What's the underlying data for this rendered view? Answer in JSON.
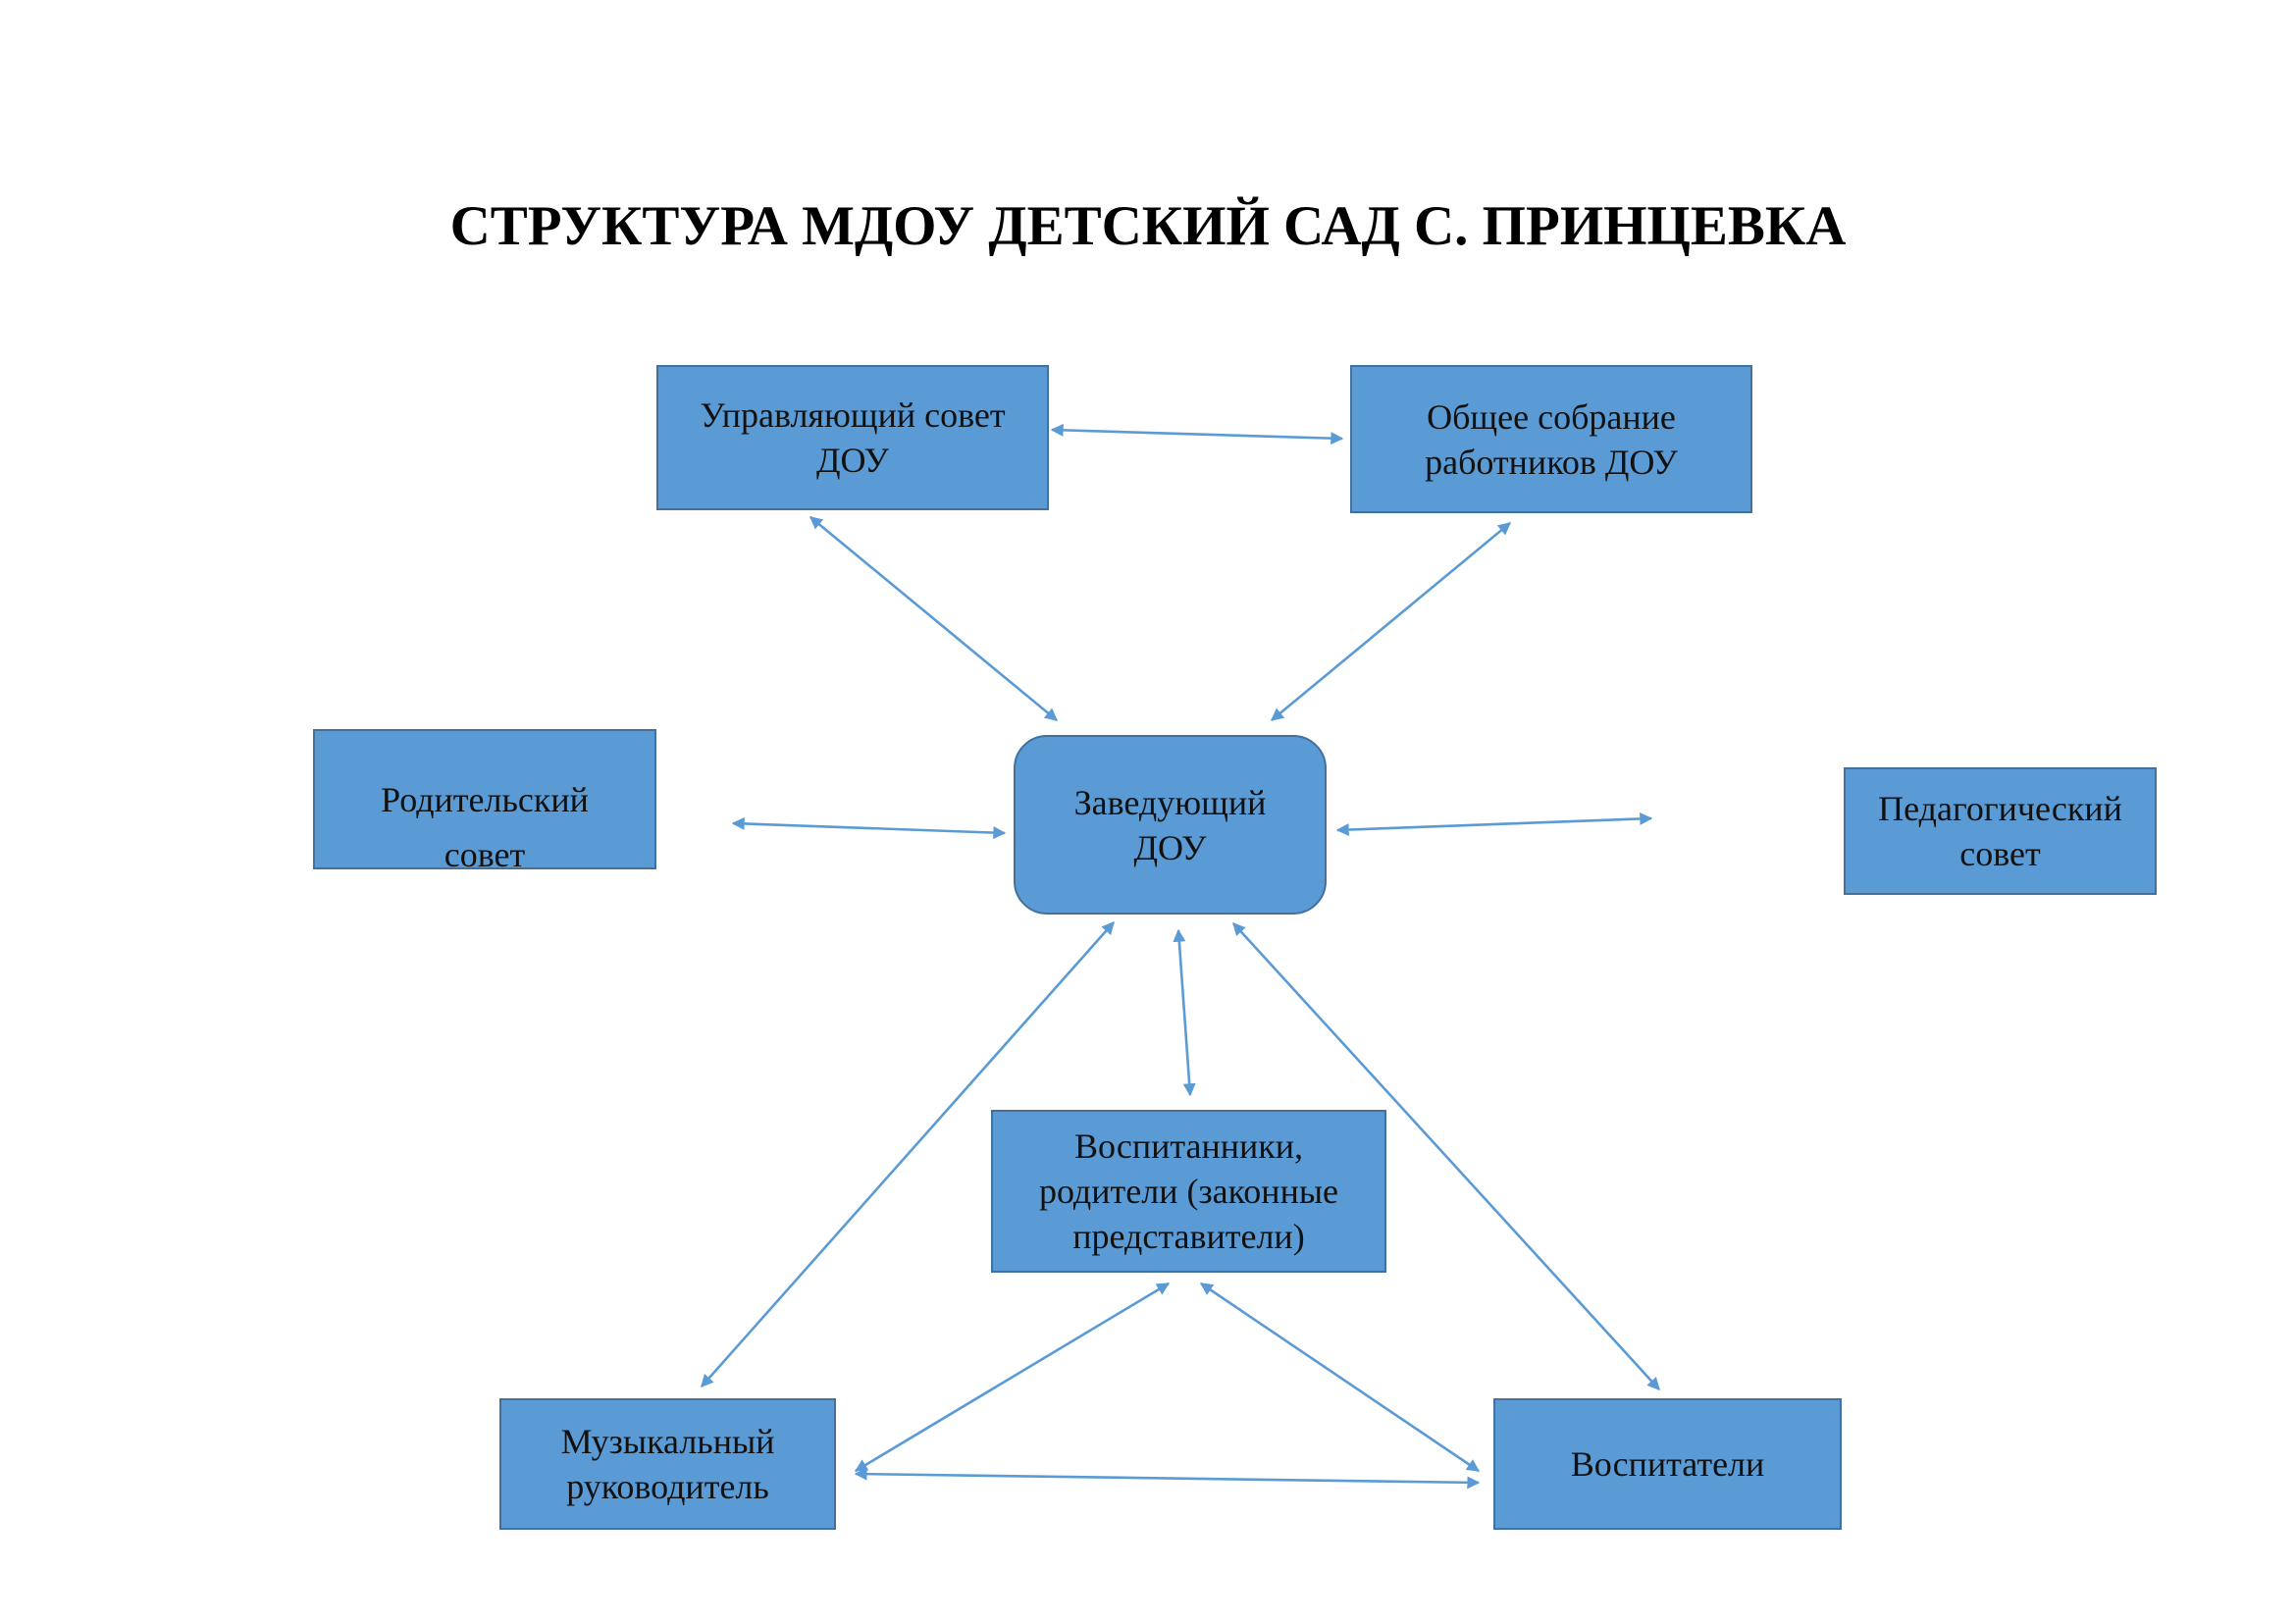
{
  "title": "СТРУКТУРА МДОУ ДЕТСКИЙ САД С. ПРИНЦЕВКА",
  "colors": {
    "box_fill": "#5b9bd5",
    "box_border": "#41719c",
    "arrow": "#5b9bd5"
  },
  "nodes": {
    "upravl": {
      "label": "Управляющий совет ДОУ"
    },
    "obshee": {
      "label": "Общее собрание работников ДОУ"
    },
    "zaved": {
      "label": "Заведующий ДОУ"
    },
    "roditel": {
      "label": "Родительский совет"
    },
    "pedsovet": {
      "label": "Педагогический совет"
    },
    "vospitanniki": {
      "label": "Воспитанники, родители (законные представители)"
    },
    "muz": {
      "label": "Музыкальный руководитель"
    },
    "vospitateli": {
      "label": "Воспитатели"
    }
  },
  "edges": [
    {
      "from": "upravl",
      "to": "obshee",
      "type": "bidirectional"
    },
    {
      "from": "upravl",
      "to": "zaved",
      "type": "bidirectional"
    },
    {
      "from": "obshee",
      "to": "zaved",
      "type": "bidirectional"
    },
    {
      "from": "roditel",
      "to": "zaved",
      "type": "bidirectional"
    },
    {
      "from": "zaved",
      "to": "pedsovet",
      "type": "bidirectional"
    },
    {
      "from": "zaved",
      "to": "vospitanniki",
      "type": "bidirectional"
    },
    {
      "from": "zaved",
      "to": "muz",
      "type": "bidirectional"
    },
    {
      "from": "zaved",
      "to": "vospitateli",
      "type": "bidirectional"
    },
    {
      "from": "vospitanniki",
      "to": "muz",
      "type": "bidirectional"
    },
    {
      "from": "vospitanniki",
      "to": "vospitateli",
      "type": "bidirectional"
    },
    {
      "from": "muz",
      "to": "vospitateli",
      "type": "bidirectional"
    }
  ]
}
